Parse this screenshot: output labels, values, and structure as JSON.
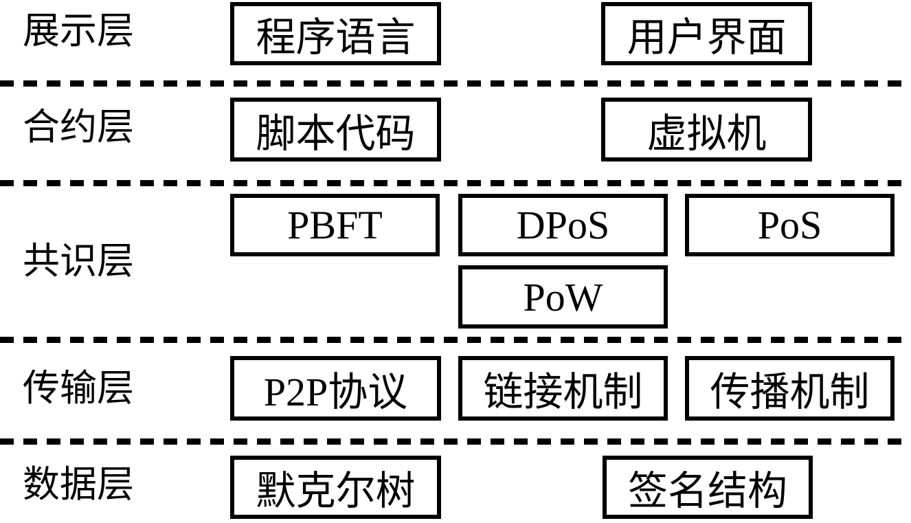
{
  "diagram": {
    "background_color": "#ffffff",
    "line_color": "#000000",
    "box_border_color": "#000000",
    "layers": [
      {
        "label": "展示层",
        "boxes": [
          "程序语言",
          "用户界面"
        ]
      },
      {
        "label": "合约层",
        "boxes": [
          "脚本代码",
          "虚拟机"
        ]
      },
      {
        "label": "共识层",
        "boxes": [
          "PBFT",
          "DPoS",
          "PoS",
          "PoW"
        ]
      },
      {
        "label": "传输层",
        "boxes": [
          "P2P协议",
          "链接机制",
          "传播机制"
        ]
      },
      {
        "label": "数据层",
        "boxes": [
          "默克尔树",
          "签名结构"
        ]
      }
    ]
  }
}
